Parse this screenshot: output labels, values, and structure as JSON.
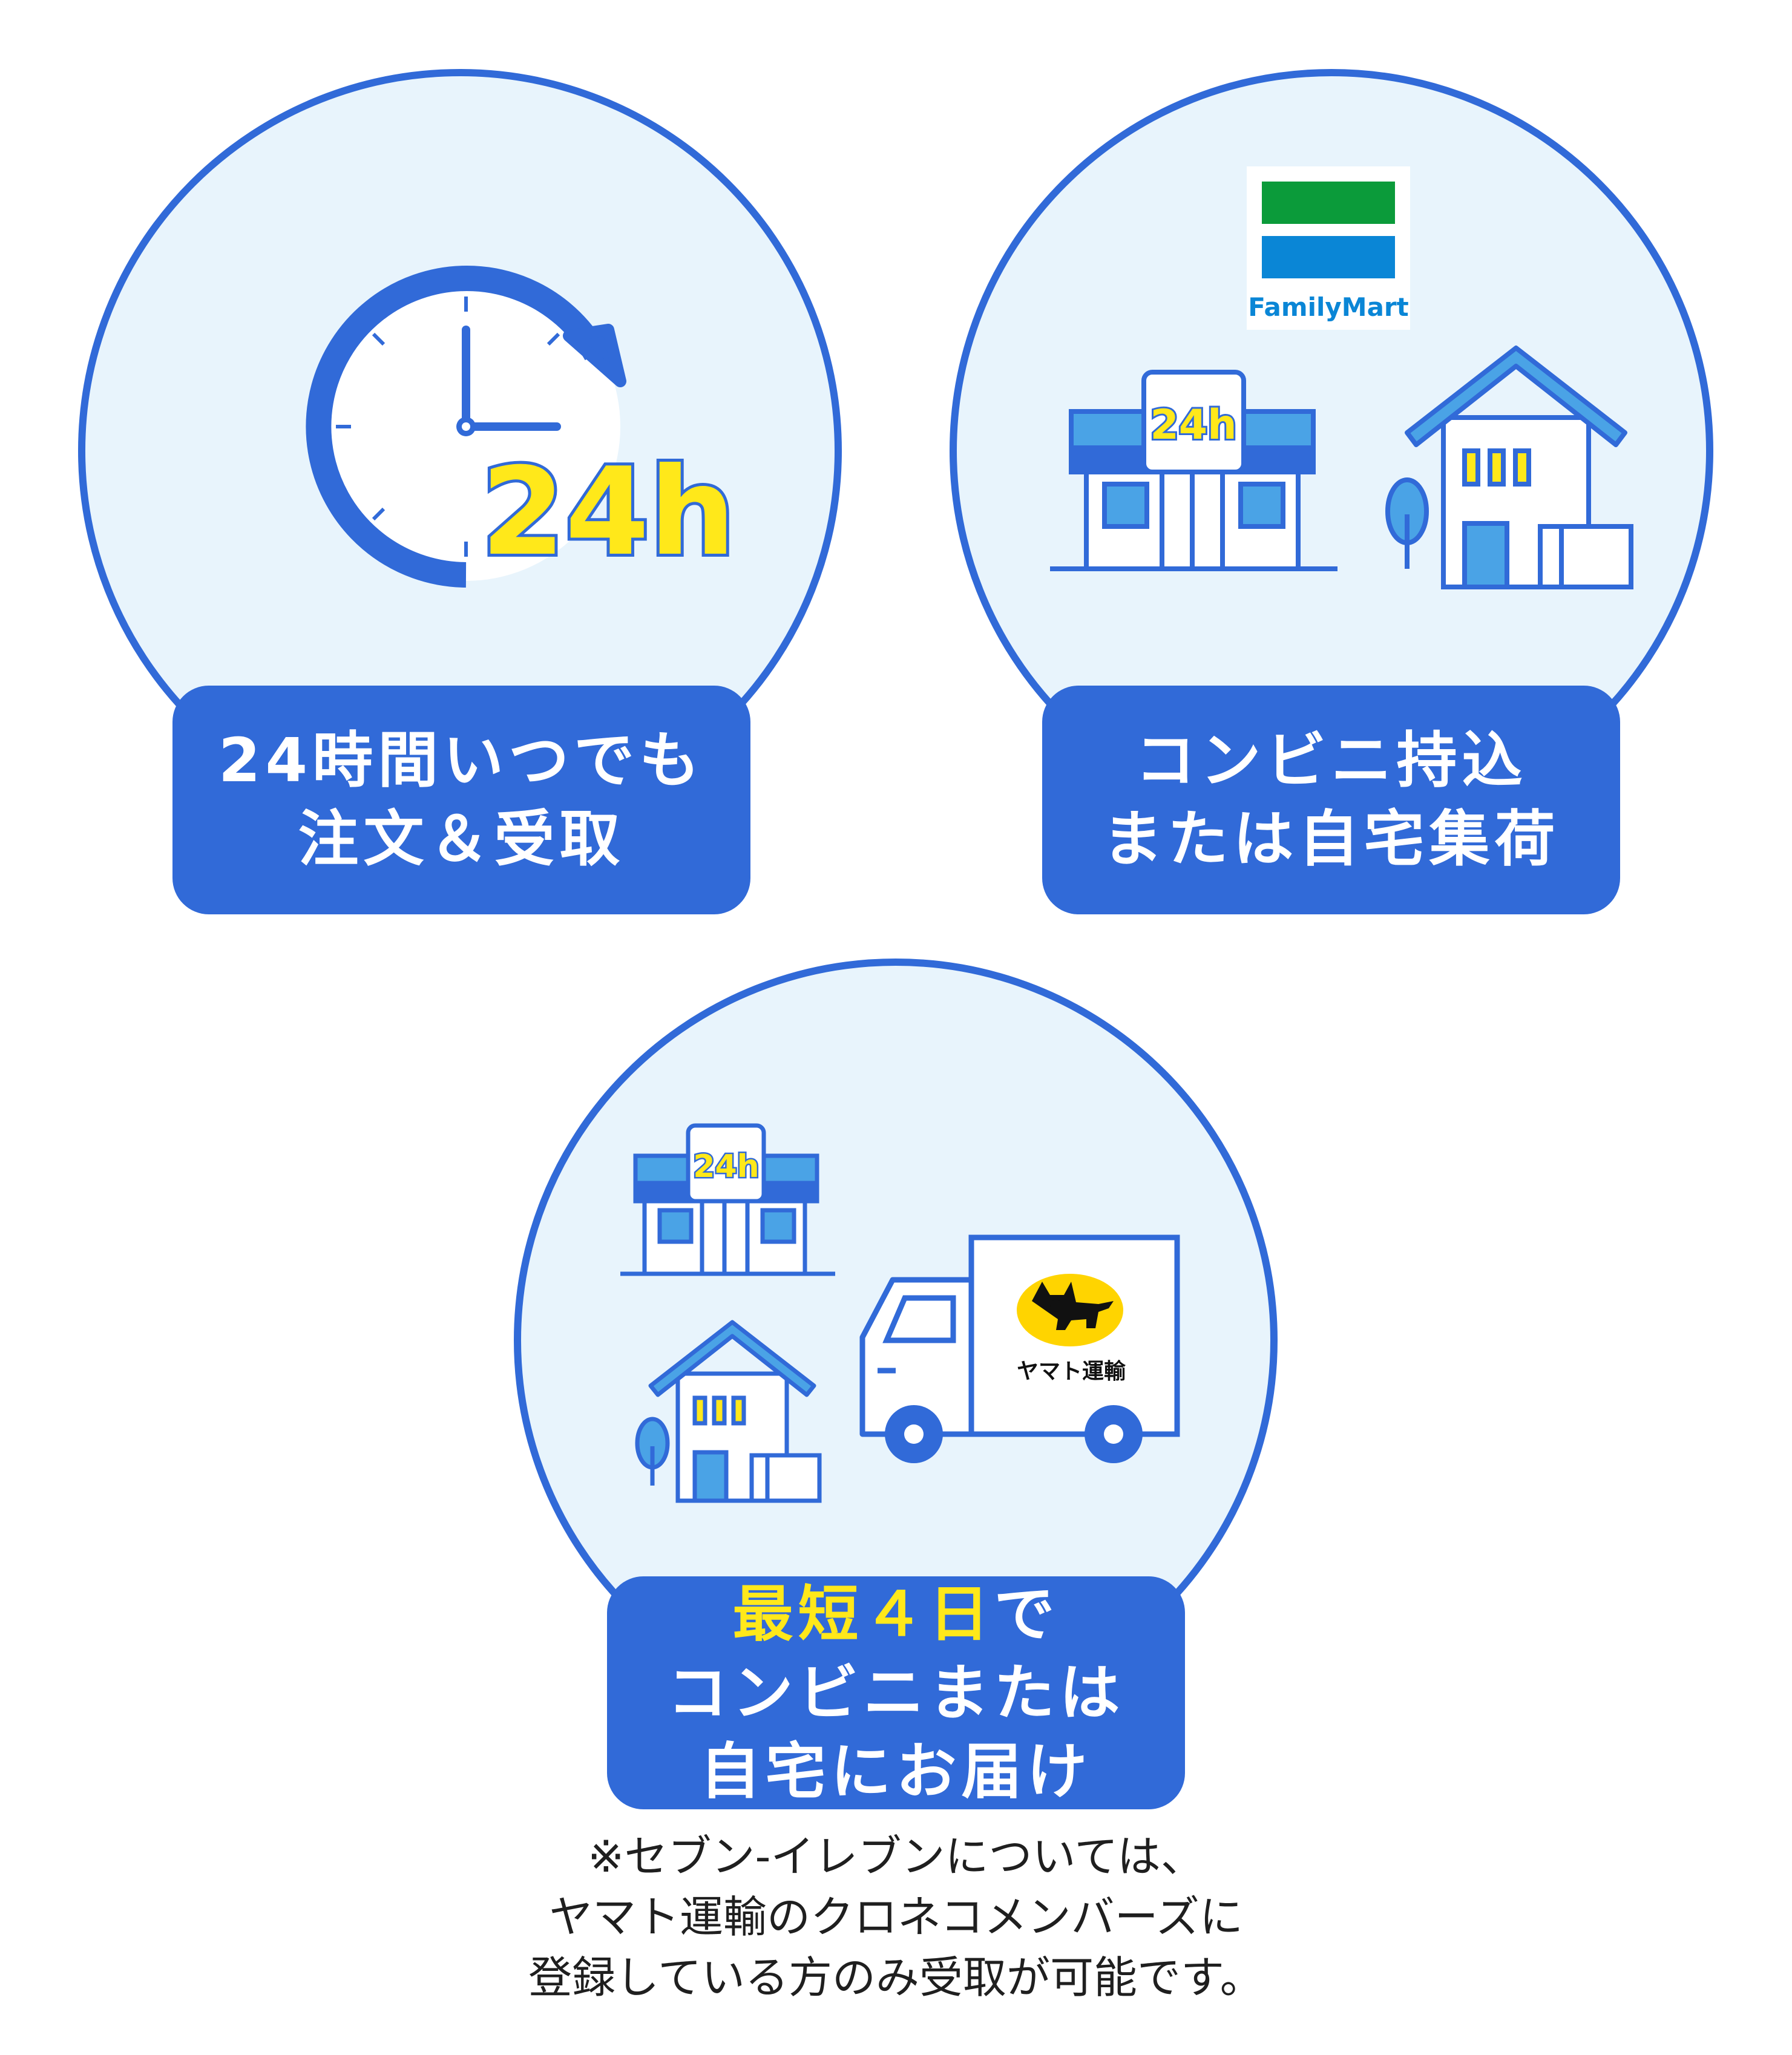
{
  "colors": {
    "primary": "#316AD8",
    "circle_fill": "#E8F4FC",
    "accent_yellow": "#FFE81A",
    "icon_blue": "#3FA7E8",
    "familymart_green": "#0B9B3A",
    "familymart_blue": "#0A86D6",
    "text_dark": "#1f1f1f"
  },
  "feature1": {
    "label_line1": "24時間いつでも",
    "label_line2": "注文＆受取",
    "badge": "24h",
    "icons": [
      "clock-arrow-icon"
    ]
  },
  "feature2": {
    "label_line1": "コンビニ持込",
    "label_line2": "または自宅集荷",
    "logo_text": "FamilyMart",
    "store_badge": "24h",
    "icons": [
      "familymart-logo",
      "convenience-store-icon",
      "house-icon",
      "tree-icon"
    ]
  },
  "feature3": {
    "label_highlight": "最短４日",
    "label_line1_rest": "で",
    "label_line2": "コンビニまたは",
    "label_line3": "自宅にお届け",
    "store_badge": "24h",
    "truck_text": "ヤマト運輸",
    "icons": [
      "convenience-store-icon",
      "house-icon",
      "tree-icon",
      "delivery-truck-icon",
      "black-cat-logo"
    ]
  },
  "note": {
    "line1": "※セブン-イレブンについては、",
    "line2": "ヤマト運輸のクロネコメンバーズに",
    "line3": "登録している方のみ受取が可能です。"
  }
}
